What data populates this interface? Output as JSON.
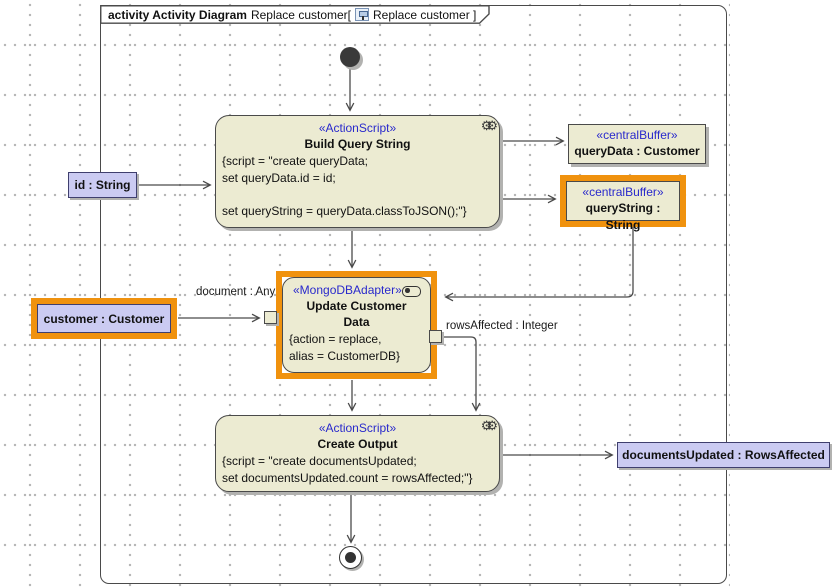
{
  "colors": {
    "highlight_orange": "#F0920E",
    "action_fill": "#ECEBD2",
    "object_fill": "#CBCBF2",
    "stereotype_blue": "#2929CC"
  },
  "frame_title": {
    "bold": "activity Activity Diagram",
    "name": "Replace customer[",
    "ref": "Replace customer ]"
  },
  "icons": {
    "gears": "⚙⚙",
    "adapter": "toggle-pill",
    "title_diagram": "activity-diagram"
  },
  "actions": {
    "build_query": {
      "stereotype": "«ActionScript»",
      "name": "Build Query String",
      "lines": [
        "{script = \"create queryData;",
        "set queryData.id = id;",
        "",
        "set queryString = queryData.classToJSON();\"}"
      ]
    },
    "update_customer": {
      "stereotype": "«MongoDBAdapter»",
      "name": "Update Customer Data",
      "lines": [
        "{action = replace,",
        "alias = CustomerDB}"
      ]
    },
    "create_output": {
      "stereotype": "«ActionScript»",
      "name": "Create Output",
      "lines": [
        "{script = \"create documentsUpdated;",
        "set documentsUpdated.count = rowsAffected;\"}"
      ]
    }
  },
  "buffers": {
    "query_data": {
      "stereotype": "«centralBuffer»",
      "name": "queryData : Customer"
    },
    "query_string": {
      "stereotype": "«centralBuffer»",
      "name": "queryString : String"
    }
  },
  "parameters": {
    "id": {
      "name": "id : String"
    },
    "customer": {
      "name": "customer : Customer"
    },
    "documents_updated": {
      "name": "documentsUpdated : RowsAffected"
    }
  },
  "edge_labels": {
    "document": "document : Any",
    "rows_affected": "rowsAffected : Integer"
  }
}
